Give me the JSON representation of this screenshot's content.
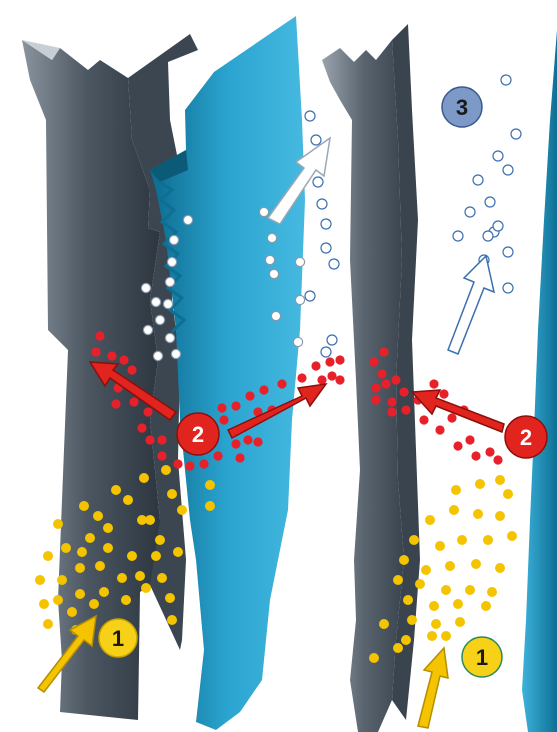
{
  "colors": {
    "background": "#ffffff",
    "grey_plate_dark": "#2f3a44",
    "grey_plate_light": "#7d8894",
    "blue_plate_dark": "#0e6f94",
    "blue_plate_light": "#3cb3dc",
    "yellow_particle": "#f5c400",
    "red_particle": "#e8202a",
    "white_particle": "#ffffff",
    "bubble_outline": "#3a6fb0",
    "badge_1": "#f7d117",
    "badge_2": "#e2241f",
    "badge_3": "#7c99c8",
    "arrow_yellow": "#f5c400",
    "arrow_red": "#e2241f",
    "arrow_white": "#ffffff"
  },
  "badges": [
    {
      "label": "1",
      "kind": "yellow"
    },
    {
      "label": "1",
      "kind": "yellow"
    },
    {
      "label": "2",
      "kind": "red"
    },
    {
      "label": "2",
      "kind": "red"
    },
    {
      "label": "3",
      "kind": "blue"
    }
  ],
  "stages": [
    {
      "label": "1",
      "particle": "yellow"
    },
    {
      "label": "2",
      "particle": "red"
    },
    {
      "label": "3",
      "particle": "bubble"
    }
  ]
}
